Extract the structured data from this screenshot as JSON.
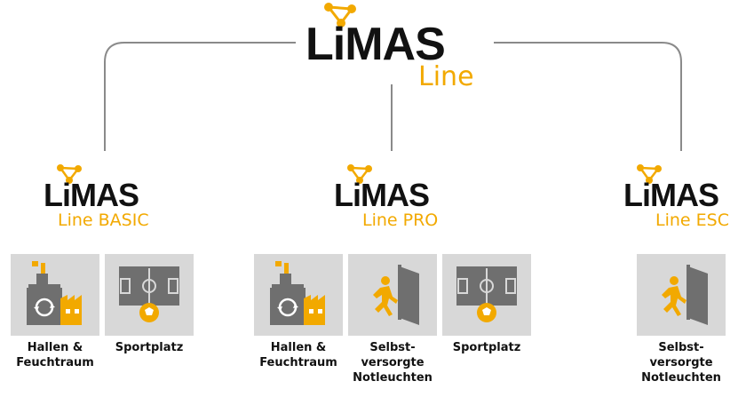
{
  "colors": {
    "accent": "#f2a900",
    "dark": "#111111",
    "tile_bg": "#d8d8d8",
    "icon_gray": "#6f6f6f",
    "connector": "#8a8a8a"
  },
  "main_logo": {
    "brand": "LiMAS",
    "line": "Line"
  },
  "products": [
    {
      "brand": "LiMAS",
      "line": "Line BASIC",
      "tiles": [
        {
          "icon": "factory-icon",
          "label_1": "Hallen &",
          "label_2": "Feuchtraum",
          "label_3": ""
        },
        {
          "icon": "sports-field-icon",
          "label_1": "Sportplatz",
          "label_2": "",
          "label_3": ""
        }
      ]
    },
    {
      "brand": "LiMAS",
      "line": "Line PRO",
      "tiles": [
        {
          "icon": "factory-icon",
          "label_1": "Hallen &",
          "label_2": "Feuchtraum",
          "label_3": ""
        },
        {
          "icon": "emergency-exit-icon",
          "label_1": "Selbst-",
          "label_2": "versorgte",
          "label_3": "Notleuchten"
        },
        {
          "icon": "sports-field-icon",
          "label_1": "Sportplatz",
          "label_2": "",
          "label_3": ""
        }
      ]
    },
    {
      "brand": "LiMAS",
      "line": "Line ESC",
      "tiles": [
        {
          "icon": "emergency-exit-icon",
          "label_1": "Selbst-",
          "label_2": "versorgte",
          "label_3": "Notleuchten"
        }
      ]
    }
  ]
}
